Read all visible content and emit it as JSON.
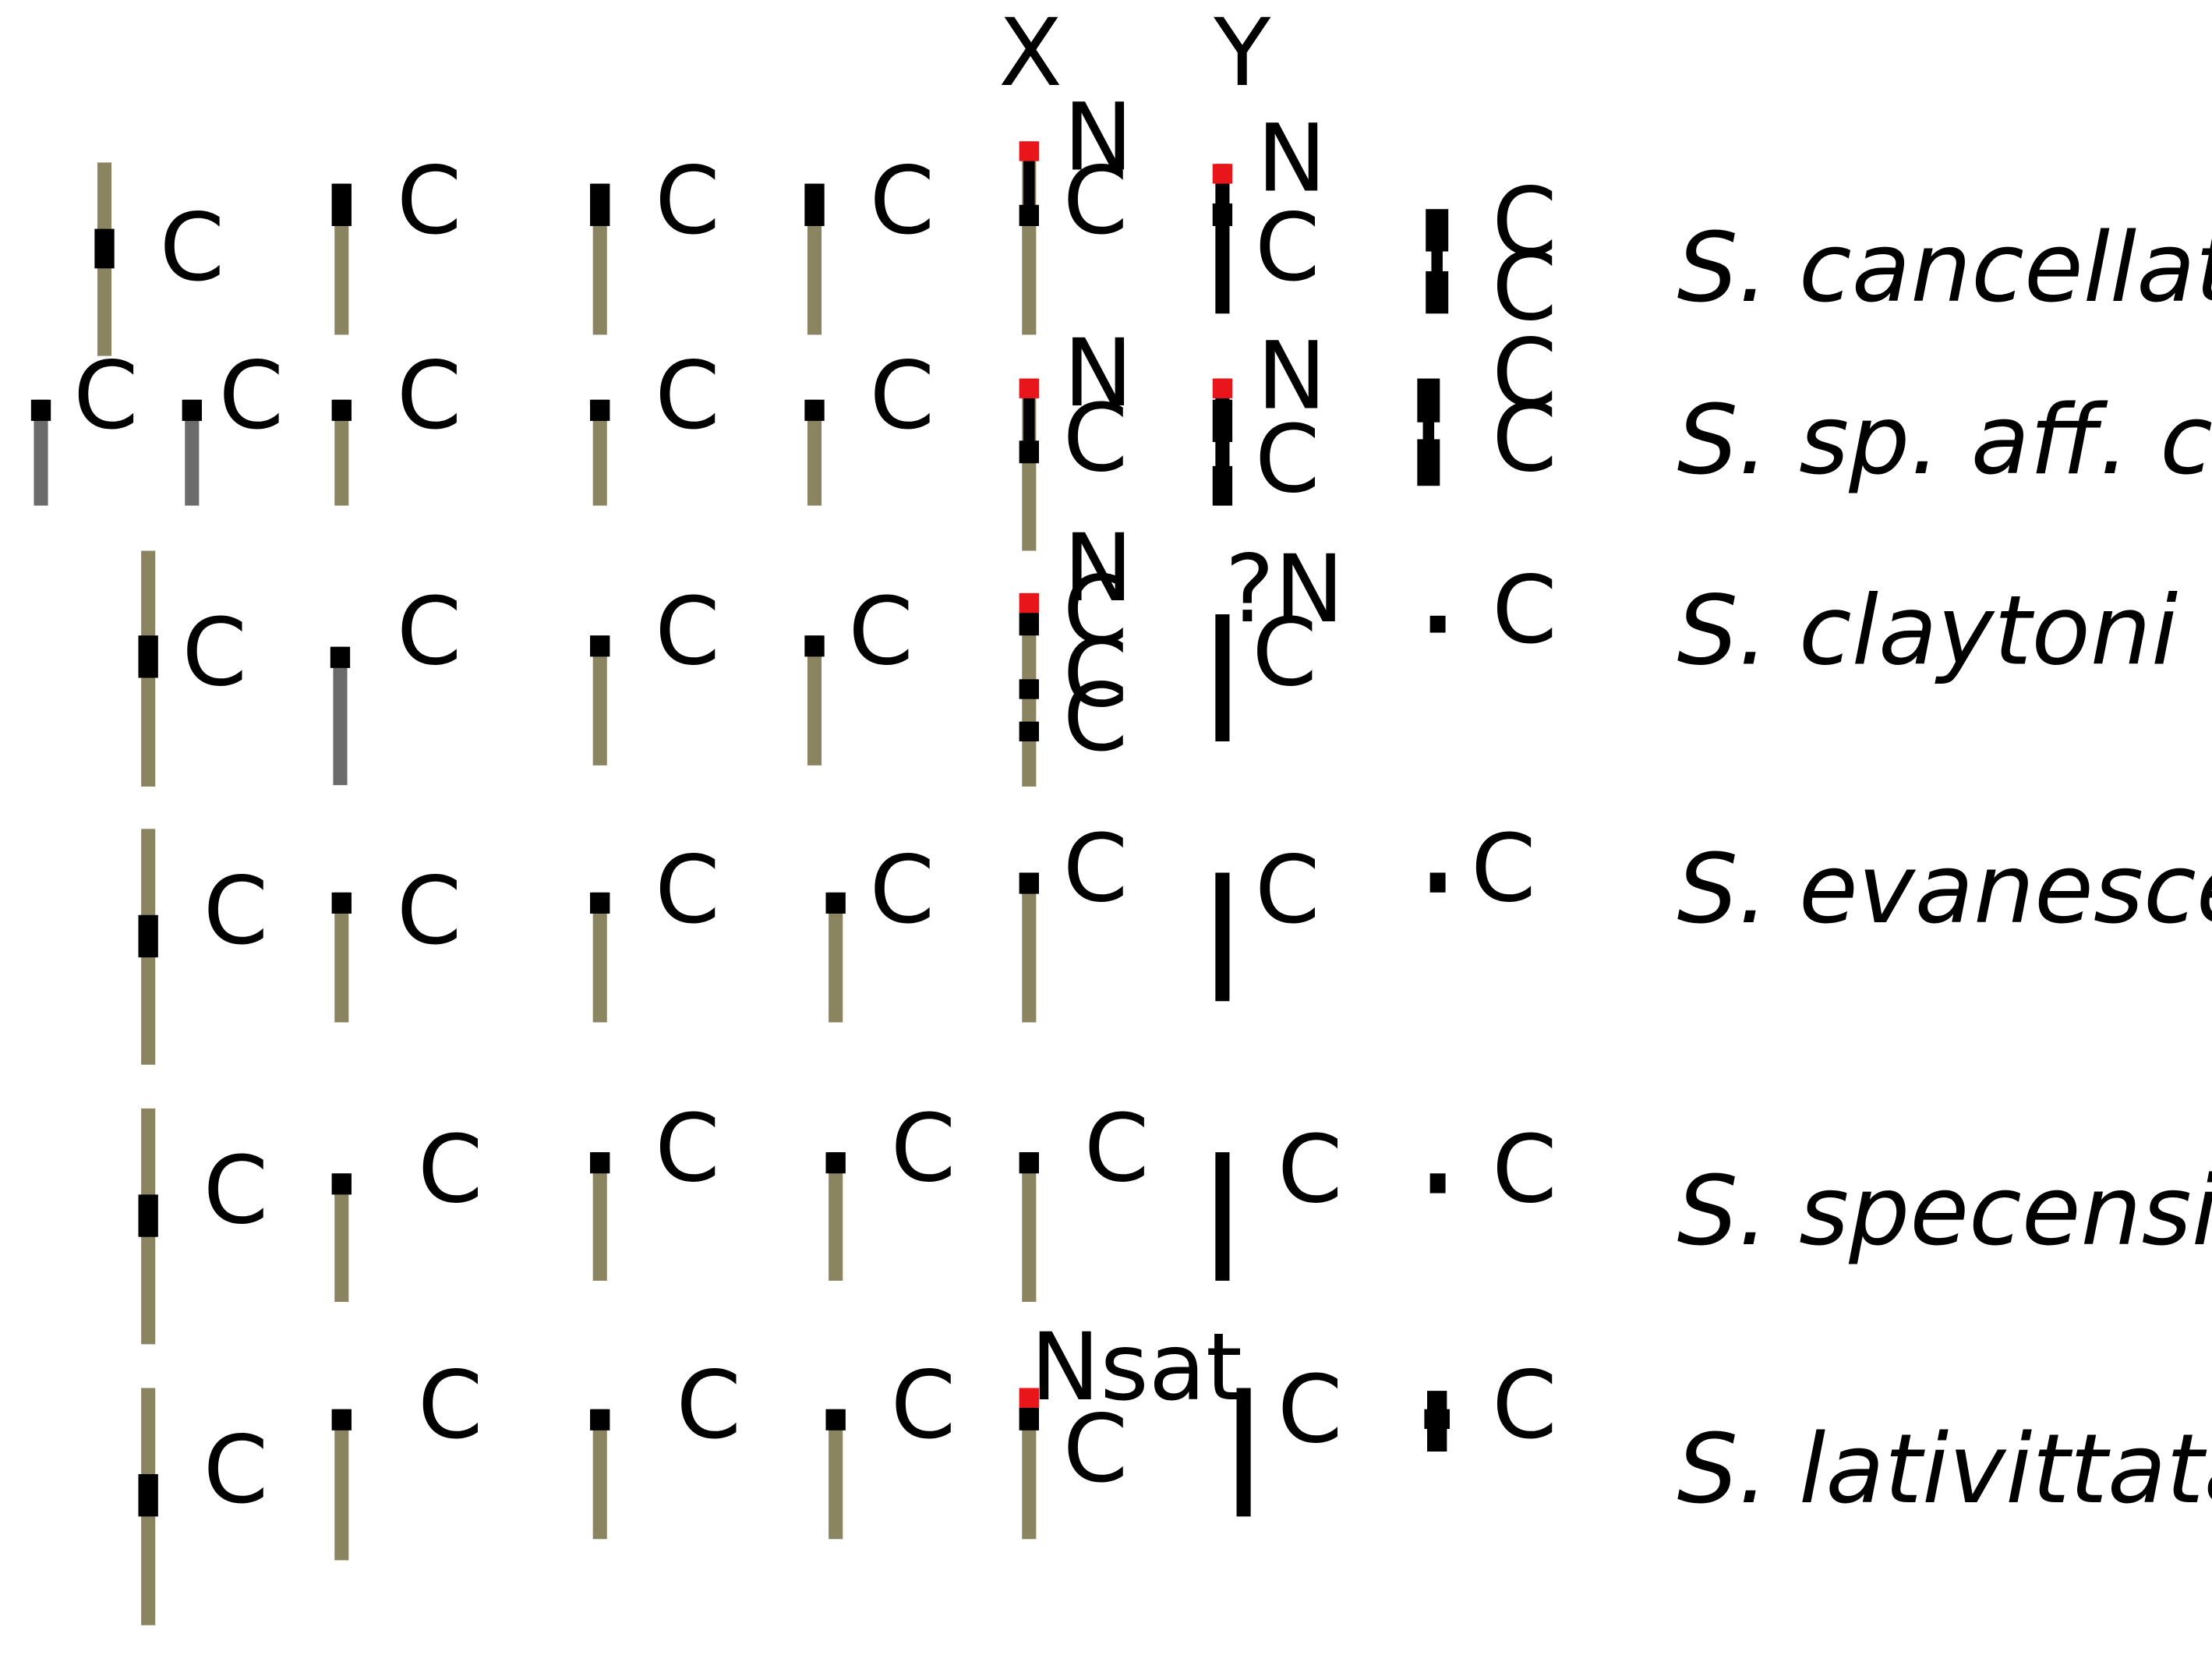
{
  "colors": {
    "arm": "#8b8460",
    "arm_grey": "#6b6b6b",
    "heterochromatin": "#000000",
    "nor": "#e8161b",
    "background": "#ffffff"
  },
  "headers": {
    "x_label": "X",
    "y_label": "Y"
  },
  "rows": [
    {
      "species": "S. cancellata",
      "chromosomes": [
        {
          "marks": [
            "C"
          ]
        },
        {
          "marks": [
            "C"
          ]
        },
        {
          "marks": [
            "C"
          ]
        },
        {
          "marks": [
            "C"
          ]
        },
        {
          "marks": [
            "N",
            "C"
          ],
          "role": "X"
        },
        {
          "marks": [
            "N",
            "C"
          ],
          "role": "Y"
        },
        {
          "marks": [
            "C",
            "C"
          ]
        }
      ]
    },
    {
      "species": "S. sp. aff. cancellata",
      "chromosomes": [
        {
          "marks": [
            "C"
          ]
        },
        {
          "marks": [
            "C"
          ]
        },
        {
          "marks": [
            "C"
          ]
        },
        {
          "marks": [
            "C"
          ]
        },
        {
          "marks": [
            "C"
          ]
        },
        {
          "marks": [
            "N",
            "C"
          ],
          "role": "X"
        },
        {
          "marks": [
            "N",
            "C"
          ],
          "role": "Y"
        },
        {
          "marks": [
            "C",
            "C"
          ]
        }
      ]
    },
    {
      "species": "S. claytoni",
      "chromosomes": [
        {
          "marks": [
            "C"
          ]
        },
        {
          "marks": [
            "C"
          ]
        },
        {
          "marks": [
            "C"
          ]
        },
        {
          "marks": [
            "C"
          ]
        },
        {
          "marks": [
            "N",
            "C",
            "C",
            "C"
          ],
          "role": "X"
        },
        {
          "marks": [
            "?N",
            "C"
          ],
          "role": "Y"
        },
        {
          "marks": [
            "C"
          ]
        }
      ]
    },
    {
      "species": "S. evanescens",
      "chromosomes": [
        {
          "marks": [
            "C"
          ]
        },
        {
          "marks": [
            "C"
          ]
        },
        {
          "marks": [
            "C"
          ]
        },
        {
          "marks": [
            "C"
          ]
        },
        {
          "marks": [
            "C"
          ],
          "role": "X"
        },
        {
          "marks": [
            "C"
          ],
          "role": "Y"
        },
        {
          "marks": [
            "C"
          ]
        }
      ]
    },
    {
      "species": "S. specensis",
      "chromosomes": [
        {
          "marks": [
            "C"
          ]
        },
        {
          "marks": [
            "C"
          ]
        },
        {
          "marks": [
            "C"
          ]
        },
        {
          "marks": [
            "C"
          ]
        },
        {
          "marks": [
            "C"
          ],
          "role": "X"
        },
        {
          "marks": [
            "C"
          ],
          "role": "Y"
        },
        {
          "marks": [
            "C"
          ]
        }
      ]
    },
    {
      "species": "S. lativittata",
      "chromosomes": [
        {
          "marks": [
            "C"
          ]
        },
        {
          "marks": [
            "C"
          ]
        },
        {
          "marks": [
            "C"
          ]
        },
        {
          "marks": [
            "C"
          ]
        },
        {
          "marks": [
            "Nsat",
            "C"
          ],
          "role": "X"
        },
        {
          "marks": [
            "C"
          ],
          "role": "Y"
        },
        {
          "marks": [
            "C"
          ]
        }
      ]
    }
  ]
}
